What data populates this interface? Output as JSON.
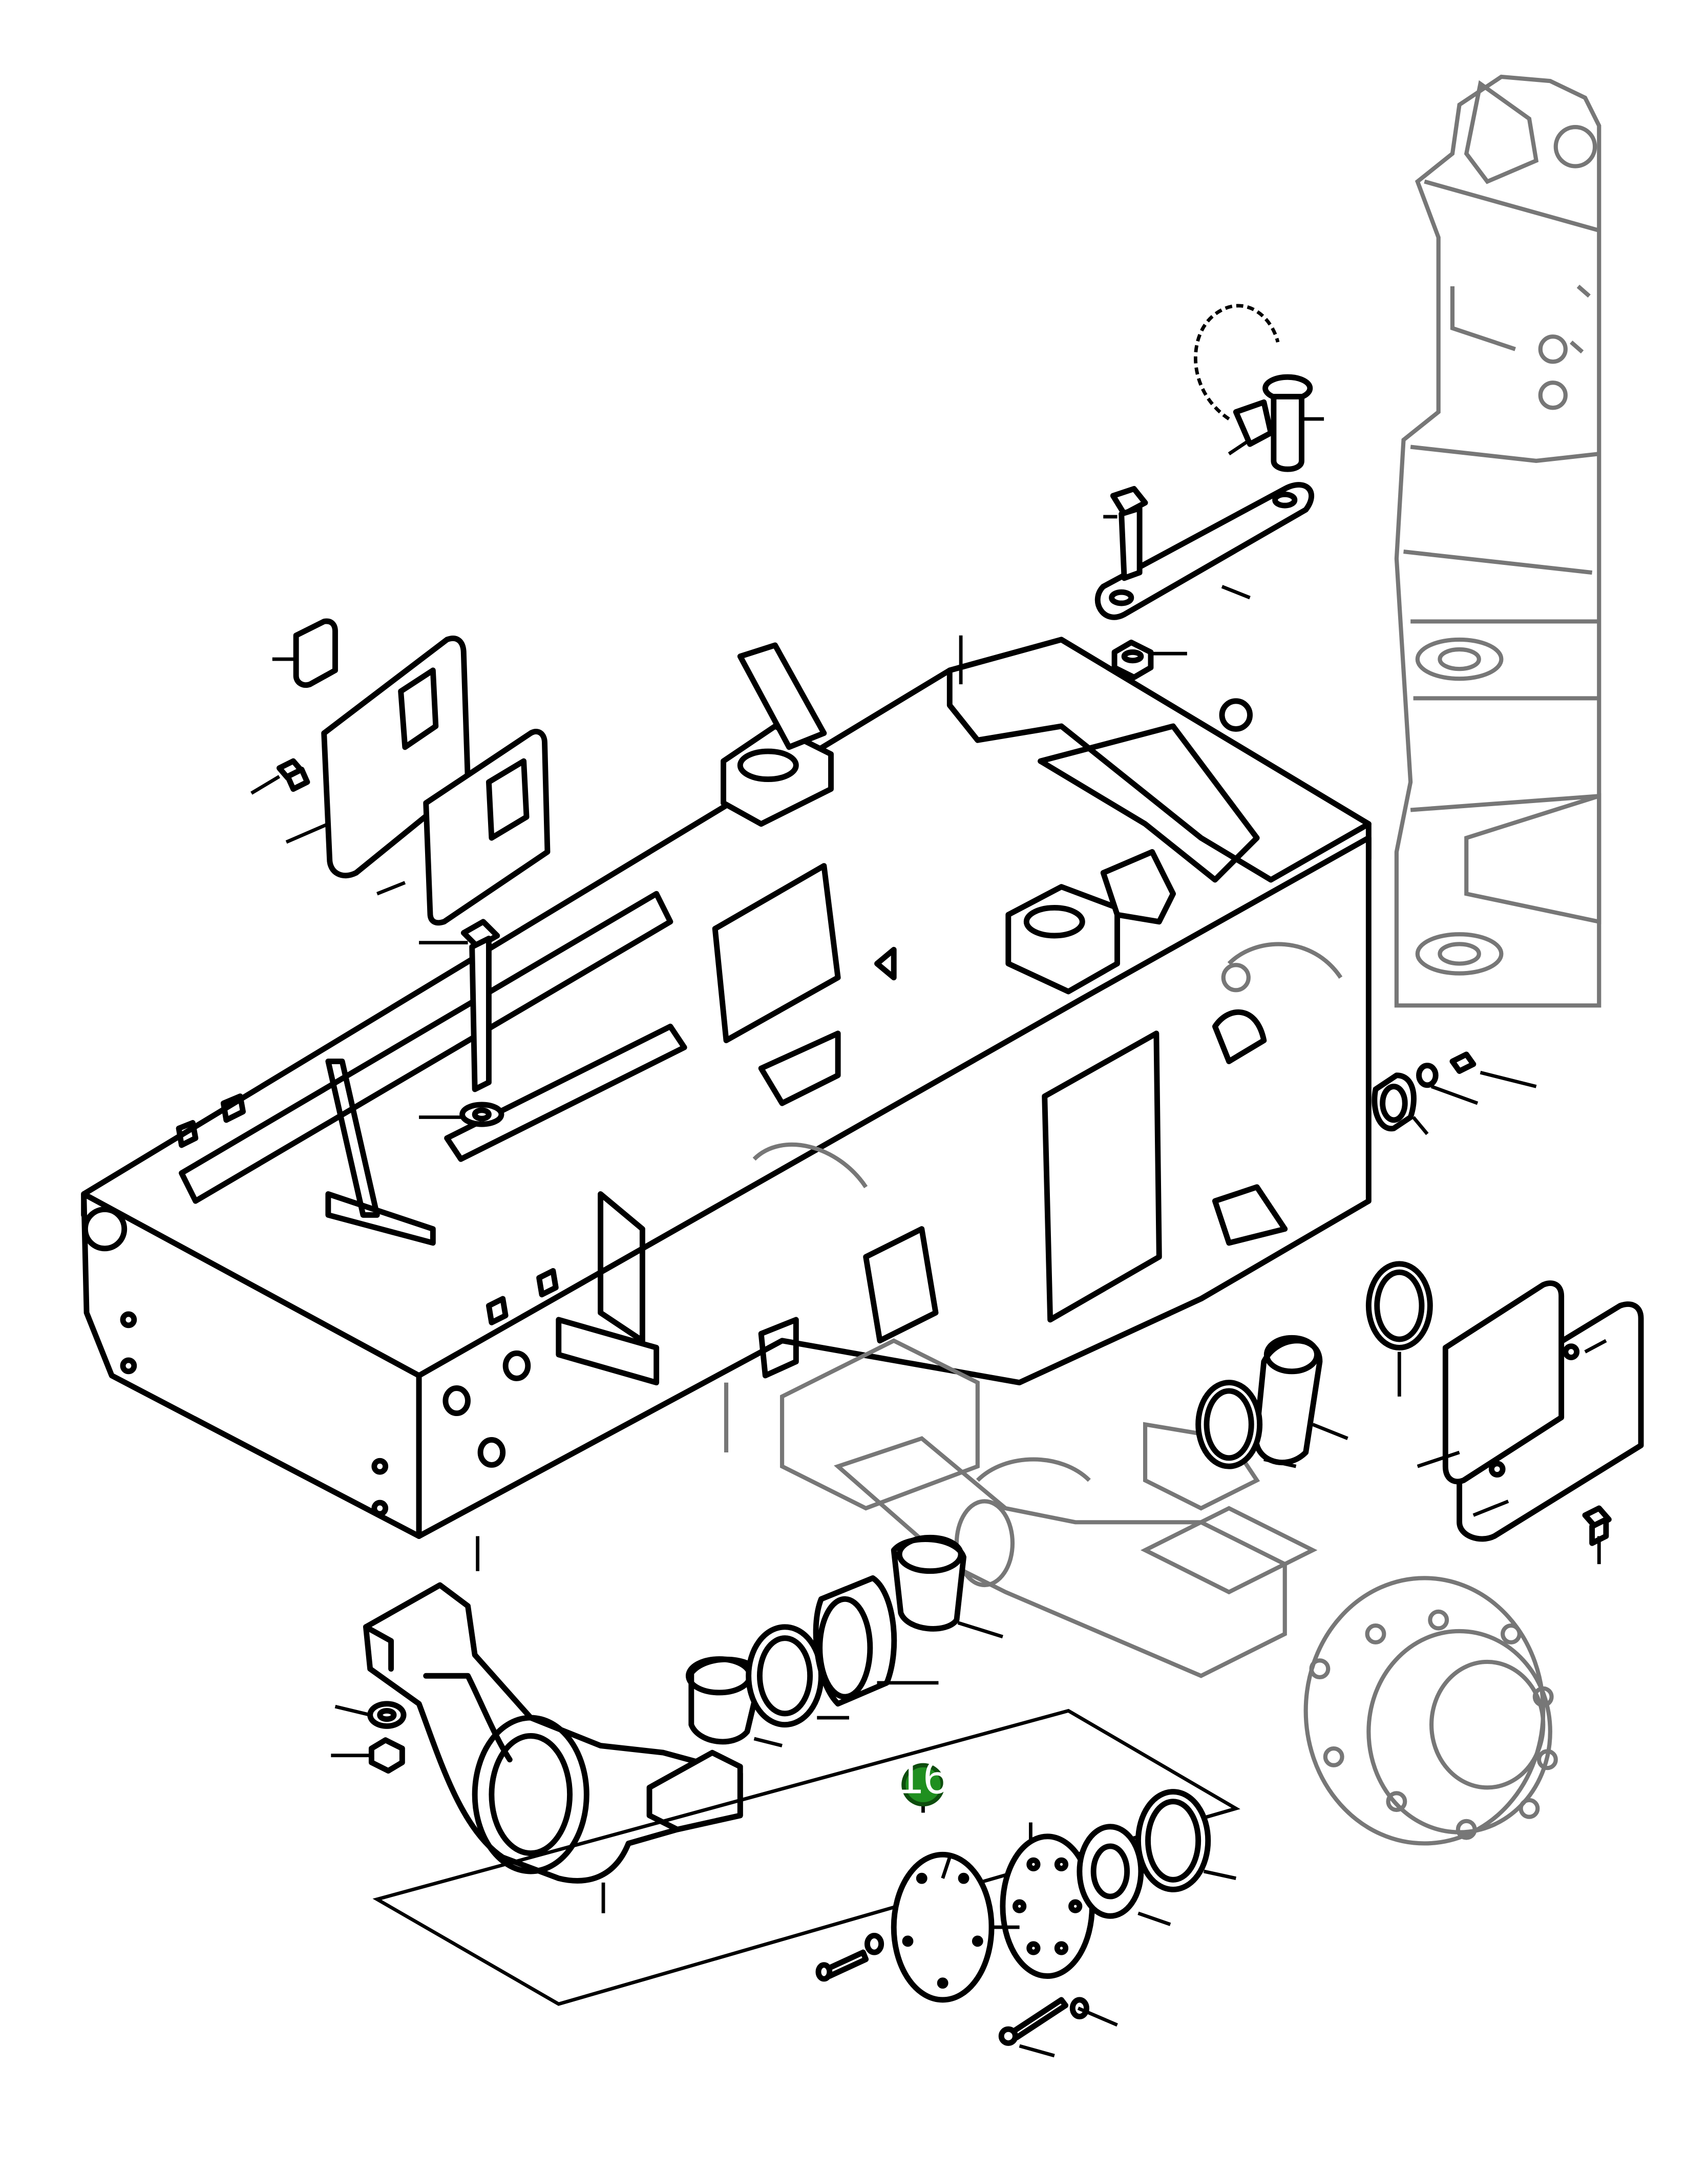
{
  "diagram": {
    "type": "exploded-parts-diagram",
    "callouts": [
      {
        "label": "16",
        "color": "#1f8f1f",
        "text_color": "#ffffff"
      }
    ],
    "parts": [
      "main-frame",
      "chassis-rear-section-ghost",
      "lock-pin-with-chain",
      "drawbar-link",
      "hex-bolt",
      "hex-nut",
      "access-cover-plate",
      "rubber-gasket",
      "seal-ring",
      "oscillation-axle-beam",
      "axle-pivot-bracket",
      "bearing-bushings",
      "thrust-washers",
      "bearing-hub",
      "end-cap-plate",
      "flange-disc",
      "wheel-hub-ghost"
    ]
  }
}
